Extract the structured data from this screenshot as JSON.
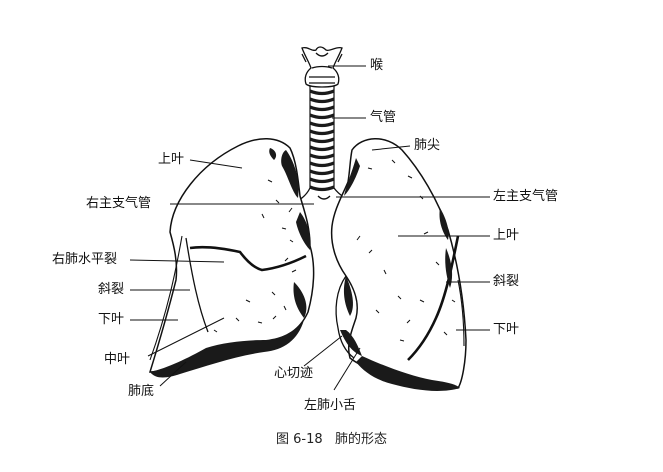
{
  "labels": {
    "hou": "喉",
    "qiguan": "气管",
    "feijian": "肺尖",
    "right_shangye": "上叶",
    "right_main_bronchus": "右主支气管",
    "left_main_bronchus": "左主支气管",
    "left_shangye": "上叶",
    "horizontal_fissure": "右肺水平裂",
    "right_oblique_fissure": "斜裂",
    "left_oblique_fissure": "斜裂",
    "right_xiaye": "下叶",
    "left_xiaye": "下叶",
    "zhongye": "中叶",
    "cardiac_notch": "心切迹",
    "feidi": "肺底",
    "lingula": "左肺小舌"
  },
  "caption": {
    "number": "图 6-18",
    "title": "肺的形态"
  }
}
